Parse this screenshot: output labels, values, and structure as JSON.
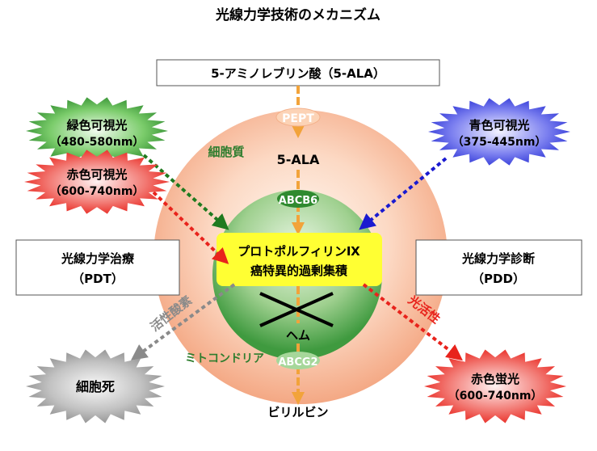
{
  "title": "光線力学技術のメカニズム",
  "top_box": "5-アミノレブリン酸（5-ALA）",
  "cell": {
    "cytoplasm_label": "細胞質",
    "pept_label": "PEPT",
    "ala_label": "5-ALA",
    "abcb_label": "ABCB6",
    "mito_label": "ミトコンドリア",
    "abcg_label": "ABCG2",
    "heme_label": "ヘム",
    "bilirubin_label": "ビリルビン"
  },
  "ppix_box": {
    "line1": "プロトポルフィリンⅨ",
    "line2": "癌特異的過剰集積"
  },
  "left_box": {
    "line1": "光線力学治療",
    "line2": "（PDT）"
  },
  "right_box": {
    "line1": "光線力学診断",
    "line2": "（PDD）"
  },
  "bursts": {
    "green": {
      "line1": "緑色可視光",
      "line2": "（480-580nm）",
      "color": "#2e8b2e"
    },
    "red_in": {
      "line1": "赤色可視光",
      "line2": "（600-740nm）",
      "color": "#e8231c"
    },
    "blue": {
      "line1": "青色可視光",
      "line2": "（375-445nm）",
      "color": "#2d35d6"
    },
    "death": {
      "line1": "細胞死",
      "color": "#8c8c8c"
    },
    "red_out": {
      "line1": "赤色蛍光",
      "line2": "（600-740nm）",
      "color": "#e8231c"
    }
  },
  "arrow_labels": {
    "ros": "活性酸素",
    "photoactive": "光活性"
  },
  "colors": {
    "cell_fill": "#f7b79a",
    "mito_fill": "#3f9a3f",
    "ppix_fill": "#ffff33",
    "pathway": "#f2a33a",
    "green_arrow": "#1f7a1f",
    "red_arrow": "#e8231c",
    "blue_arrow": "#1a1ad0",
    "gray_arrow": "#8a8a8a"
  }
}
